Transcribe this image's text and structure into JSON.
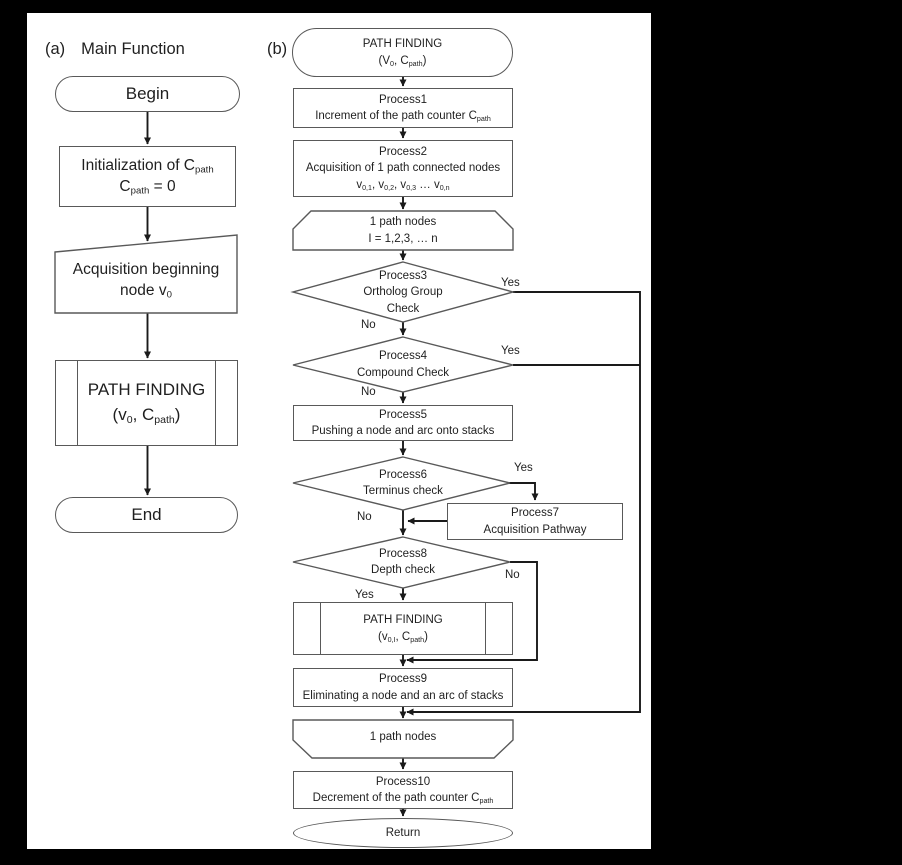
{
  "colors": {
    "background": "#000000",
    "canvas": "#ffffff",
    "shape_border": "#595959",
    "arrow": "#1a1a1a",
    "text": "#1f1f1f"
  },
  "labels": {
    "yes": "Yes",
    "no": "No"
  },
  "panel_a": {
    "label": "(a)",
    "title": "Main Function",
    "begin": "Begin",
    "init": {
      "l1_pre": "Initialization of C",
      "l1_sub": "path",
      "l2_pre": "C",
      "l2_sub": "path",
      "l2_post": " = 0"
    },
    "acquire": {
      "l1": "Acquisition beginning",
      "l2_pre": "node v",
      "l2_sub": "0"
    },
    "pathfinding": {
      "l1": "PATH FINDING",
      "l2_pre": "(v",
      "l2_sub1": "0",
      "l2_mid": ", C",
      "l2_sub2": "path",
      "l2_post": ")"
    },
    "end": "End"
  },
  "panel_b": {
    "label": "(b)",
    "start": {
      "l1": "PATH FINDING",
      "l2_pre": "(V",
      "l2_sub1": "0",
      "l2_mid": ", C",
      "l2_sub2": "path",
      "l2_post": ")"
    },
    "process1": {
      "title": "Process1",
      "body_pre": "Increment of the path counter C",
      "body_sub": "path"
    },
    "process2": {
      "title": "Process2",
      "body": "Acquisition of 1 path connected nodes",
      "v_pre": "v",
      "v_sub1": "0,1",
      "v_mid1": ", v",
      "v_sub2": "0,2",
      "v_mid2": ", v",
      "v_sub3": "0,3",
      "v_mid3": " … v",
      "v_sub4": "0,n"
    },
    "loop_begin": {
      "l1": "1 path nodes",
      "l2": "I = 1,2,3, … n"
    },
    "process3": {
      "title": "Process3",
      "l2": "Ortholog Group",
      "l3": "Check"
    },
    "process4": {
      "title": "Process4",
      "l2": "Compound Check"
    },
    "process5": {
      "title": "Process5",
      "body": "Pushing a node and arc onto stacks"
    },
    "process6": {
      "title": "Process6",
      "l2": "Terminus check"
    },
    "process7": {
      "title": "Process7",
      "body": "Acquisition Pathway"
    },
    "process8": {
      "title": "Process8",
      "l2": "Depth check"
    },
    "pathfinding2": {
      "l1": "PATH FINDING",
      "l2_pre": "(v",
      "l2_sub1": "0,I",
      "l2_mid": ", C",
      "l2_sub2": "path",
      "l2_post": ")"
    },
    "process9": {
      "title": "Process9",
      "body": "Eliminating a node and an arc of stacks"
    },
    "loop_end": "1 path nodes",
    "process10": {
      "title": "Process10",
      "body_pre": "Decrement of the path counter C",
      "body_sub": "path"
    },
    "return_label": "Return"
  }
}
